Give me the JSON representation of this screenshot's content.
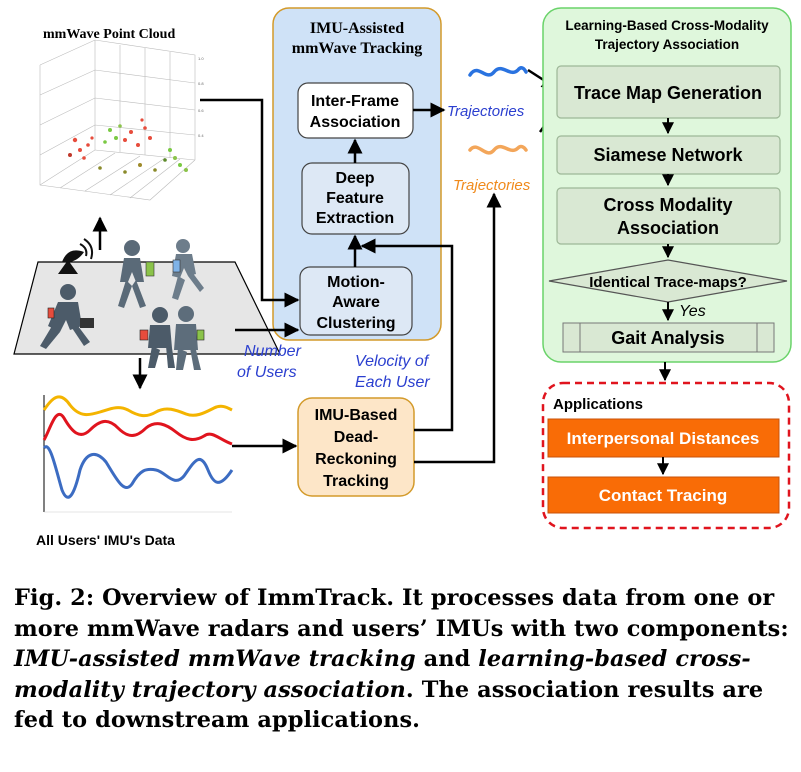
{
  "figure": {
    "left_panel": {
      "point_cloud_title": "mmWave Point Cloud",
      "imu_data_title": "All Users' IMU's Data"
    },
    "middle_panel": {
      "title_line1": "IMU-Assisted",
      "title_line2": "mmWave Tracking",
      "box_inter_frame": [
        "Inter-Frame",
        "Association"
      ],
      "box_deep_feature": [
        "Deep",
        "Feature",
        "Extraction"
      ],
      "box_motion_aware": [
        "Motion-",
        "Aware",
        "Clustering"
      ],
      "box_imu_dead_reckoning": [
        "IMU-Based",
        "Dead-",
        "Reckoning",
        "Tracking"
      ],
      "label_number_of_users": [
        "Number",
        "of Users"
      ],
      "label_velocity": [
        "Velocity of",
        "Each User"
      ],
      "label_trajectories_blue": "Trajectories",
      "label_trajectories_orange": "Trajectories"
    },
    "right_panel": {
      "title_line1": "Learning-Based Cross-Modality",
      "title_line2": "Trajectory Association",
      "box_trace_map": "Trace Map Generation",
      "box_siamese": "Siamese Network",
      "box_cross_modality": [
        "Cross Modality",
        "Association"
      ],
      "decision": "Identical Trace-maps?",
      "yes_label": "Yes",
      "box_gait": "Gait Analysis"
    },
    "applications": {
      "title": "Applications",
      "items": [
        "Interpersonal Distances",
        "Contact Tracing"
      ]
    },
    "colors": {
      "middle_panel_fill": "#cfe2f7",
      "right_panel_fill": "#dff7dc",
      "right_box_fill": "#d9e8d3",
      "app_fill": "#f96c06",
      "app_border": "#e0141e",
      "imu_box_fill": "#fde6c8",
      "label_blue": "#2b3fcf",
      "label_orange": "#f08a1c"
    }
  },
  "caption": {
    "fig_label": "Fig. 2:",
    "text_part1": " Overview of ImmTrack. It processes data from one or more mmWave radars and users’ IMUs with two components: ",
    "italic1": "IMU-assisted mmWave tracking",
    "text_part2": " and ",
    "italic2": "learning-based cross-modality trajectory association",
    "text_part3": ". The association results are fed to downstream applications."
  }
}
